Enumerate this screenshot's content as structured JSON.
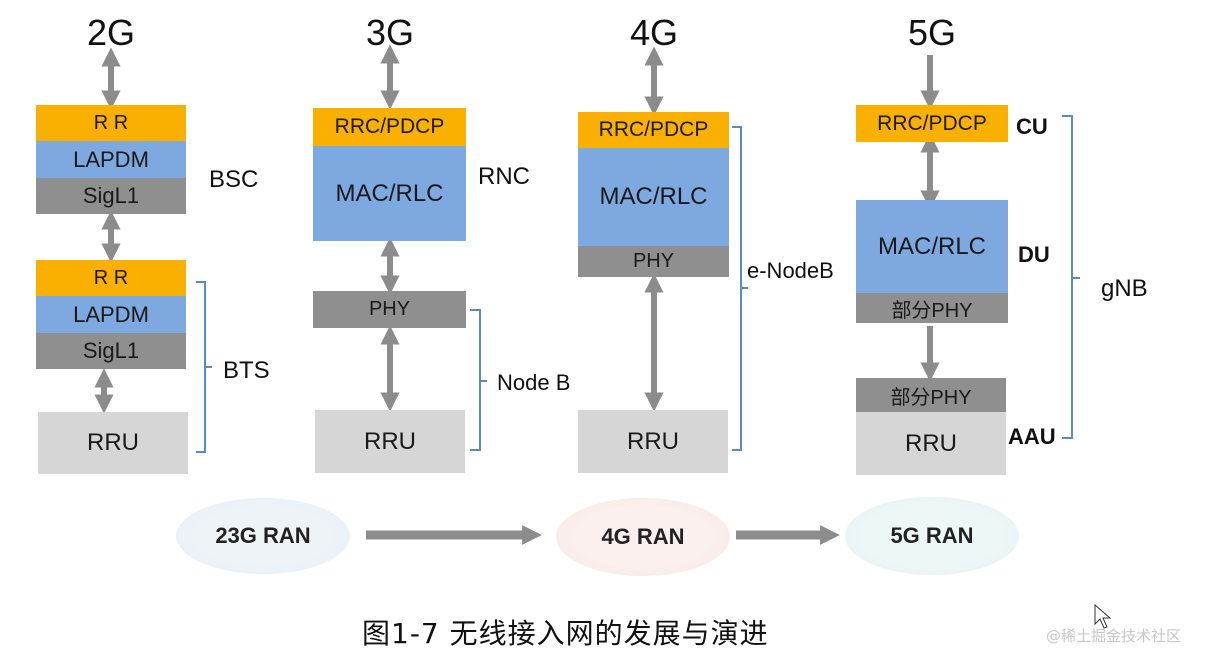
{
  "generations": [
    "2G",
    "3G",
    "4G",
    "5G"
  ],
  "col2g": {
    "bsc": {
      "rr": "R R",
      "lapdm": "LAPDM",
      "sigl1": "SigL1",
      "label": "BSC"
    },
    "bts": {
      "rr": "R R",
      "lapdm": "LAPDM",
      "sigl1": "SigL1",
      "rru": "RRU",
      "label": "BTS"
    }
  },
  "col3g": {
    "rrc": "RRC/PDCP",
    "mac": "MAC/RLC",
    "rnc_label": "RNC",
    "phy": "PHY",
    "rru": "RRU",
    "nodeb_label": "Node B"
  },
  "col4g": {
    "rrc": "RRC/PDCP",
    "mac": "MAC/RLC",
    "phy": "PHY",
    "rru": "RRU",
    "enodeb_label": "e-NodeB"
  },
  "col5g": {
    "rrc": "RRC/PDCP",
    "mac": "MAC/RLC",
    "phy_part1": "部分PHY",
    "phy_part2": "部分PHY",
    "rru": "RRU",
    "cu_label": "CU",
    "du_label": "DU",
    "aau_label": "AAU",
    "gnb_label": "gNB"
  },
  "ran": [
    "23G RAN",
    "4G RAN",
    "5G RAN"
  ],
  "caption": "图1-7  无线接入网的发展与演进",
  "watermark": "@稀土掘金技术社区",
  "colors": {
    "orange": "#f9b000",
    "blue": "#7ea8e0",
    "dark_gray": "#8f8f8f",
    "light_gray": "#d6d6d6",
    "bracket": "#5b8ac6",
    "arrow": "#8c8c8c"
  }
}
